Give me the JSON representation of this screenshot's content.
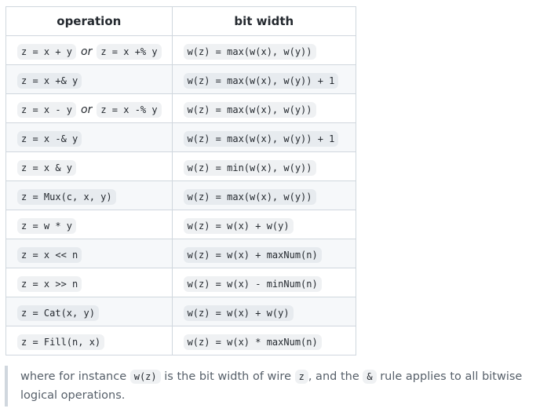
{
  "table": {
    "headers": [
      "operation",
      "bit width"
    ],
    "rows": [
      {
        "op": [
          "z = x + y",
          "or",
          "z = x +% y"
        ],
        "width": "w(z) = max(w(x), w(y))"
      },
      {
        "op": [
          "z = x +& y"
        ],
        "width": "w(z) = max(w(x), w(y)) + 1"
      },
      {
        "op": [
          "z = x - y",
          "or",
          "z = x -% y"
        ],
        "width": "w(z) = max(w(x), w(y))"
      },
      {
        "op": [
          "z = x -& y"
        ],
        "width": "w(z) = max(w(x), w(y)) + 1"
      },
      {
        "op": [
          "z = x & y"
        ],
        "width": "w(z) = min(w(x), w(y))"
      },
      {
        "op": [
          "z = Mux(c, x, y)"
        ],
        "width": "w(z) = max(w(x), w(y))"
      },
      {
        "op": [
          "z = w * y"
        ],
        "width": "w(z) = w(x) + w(y)"
      },
      {
        "op": [
          "z = x << n"
        ],
        "width": "w(z) = w(x) + maxNum(n)"
      },
      {
        "op": [
          "z = x >> n"
        ],
        "width": "w(z) = w(x) - minNum(n)"
      },
      {
        "op": [
          "z = Cat(x, y)"
        ],
        "width": "w(z) = w(x) + w(y)"
      },
      {
        "op": [
          "z = Fill(n, x)"
        ],
        "width": "w(z) = w(x) * maxNum(n)"
      }
    ]
  },
  "note": {
    "text1": "where for instance",
    "code1": "w(z)",
    "text2": "is the bit width of wire",
    "code2": "z",
    "text3": ", and the",
    "code3": "&",
    "text4": "rule applies to all bitwise logical operations."
  }
}
